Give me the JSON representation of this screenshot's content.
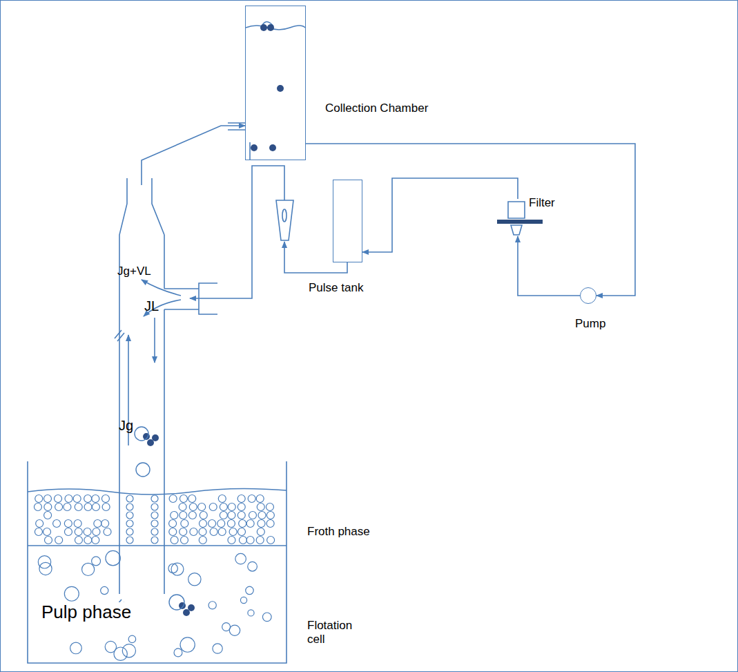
{
  "diagram": {
    "nodes": [
      {
        "text": [
          "Collection Chamber"
        ]
      },
      {
        "text": [
          "Pulse tank"
        ]
      },
      {
        "text": [
          "Filter"
        ]
      },
      {
        "text": [
          "Pump"
        ]
      },
      {
        "text": [
          "Flotation cell"
        ]
      },
      {
        "text": [
          "Froth phase"
        ],
        "in": 4
      },
      {
        "text": [
          "Pulp phase"
        ],
        "in": 4
      }
    ],
    "edges": [
      {
        "from": 0,
        "to": 3,
        "arrow": "to"
      },
      {
        "from": 3,
        "to": 2,
        "arrow": "to"
      },
      {
        "from": 2,
        "to": 1,
        "arrow": "to"
      }
    ],
    "labels": [
      "Jg+VL",
      "JL",
      "Jg"
    ]
  }
}
